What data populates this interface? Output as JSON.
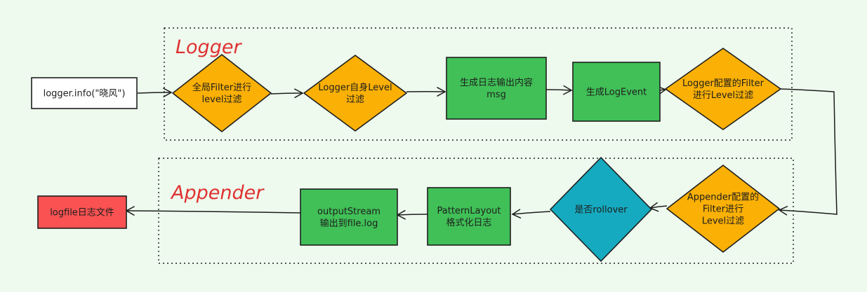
{
  "colors": {
    "background": "#eefaee",
    "process": "#40c057",
    "decision": "#fab005",
    "rollover": "#15aabf",
    "output": "#fa5252",
    "input": "#ffffff",
    "group_title": "#e03131",
    "stroke": "#1e1e1e"
  },
  "groups": [
    {
      "id": "logger",
      "title": "Logger"
    },
    {
      "id": "appender",
      "title": "Appender"
    }
  ],
  "nodes": [
    {
      "id": "input",
      "shape": "rect",
      "fill": "input",
      "lines": [
        "logger.info(\"晓风\")"
      ]
    },
    {
      "id": "global-filter",
      "shape": "diamond",
      "fill": "decision",
      "lines": [
        "全局Filter进行",
        "level过滤"
      ]
    },
    {
      "id": "logger-level",
      "shape": "diamond",
      "fill": "decision",
      "lines": [
        "Logger自身Level",
        "过滤"
      ]
    },
    {
      "id": "generate-msg",
      "shape": "rect",
      "fill": "process",
      "lines": [
        "生成日志输出内容",
        "msg"
      ]
    },
    {
      "id": "generate-event",
      "shape": "rect",
      "fill": "process",
      "lines": [
        "生成LogEvent"
      ]
    },
    {
      "id": "logger-filter",
      "shape": "diamond",
      "fill": "decision",
      "lines": [
        "Logger配置的Filter",
        "进行Level过滤"
      ]
    },
    {
      "id": "appender-filter",
      "shape": "diamond",
      "fill": "decision",
      "lines": [
        "Appender配置的",
        "Filter进行",
        "Level过滤"
      ]
    },
    {
      "id": "rollover",
      "shape": "diamond",
      "fill": "rollover",
      "lines": [
        "是否rollover"
      ]
    },
    {
      "id": "pattern-layout",
      "shape": "rect",
      "fill": "process",
      "lines": [
        "PatternLayout",
        "格式化日志"
      ]
    },
    {
      "id": "output-stream",
      "shape": "rect",
      "fill": "process",
      "lines": [
        "outputStream",
        "输出到file.log"
      ]
    },
    {
      "id": "logfile",
      "shape": "rect",
      "fill": "output",
      "lines": [
        "logfile日志文件"
      ]
    }
  ],
  "edges": [
    {
      "from": "input",
      "to": "global-filter"
    },
    {
      "from": "global-filter",
      "to": "logger-level"
    },
    {
      "from": "logger-level",
      "to": "generate-msg"
    },
    {
      "from": "generate-msg",
      "to": "generate-event"
    },
    {
      "from": "generate-event",
      "to": "logger-filter"
    },
    {
      "from": "logger-filter",
      "to": "appender-filter"
    },
    {
      "from": "appender-filter",
      "to": "rollover"
    },
    {
      "from": "rollover",
      "to": "pattern-layout"
    },
    {
      "from": "pattern-layout",
      "to": "output-stream"
    },
    {
      "from": "output-stream",
      "to": "logfile"
    }
  ]
}
